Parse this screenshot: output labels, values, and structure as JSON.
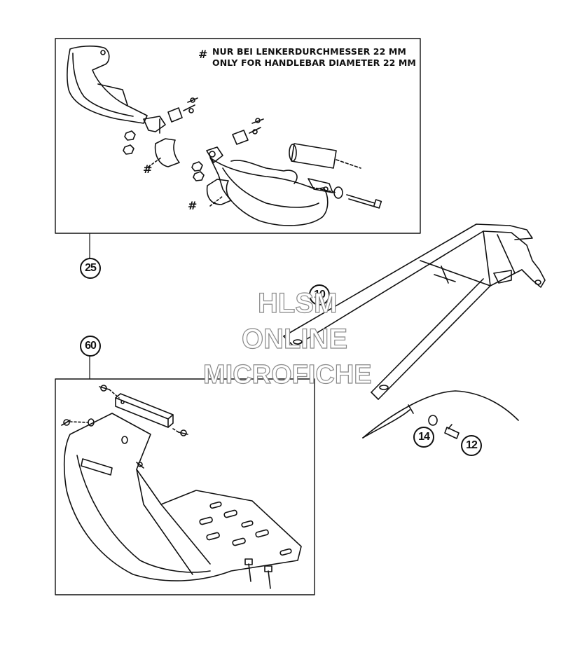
{
  "note": {
    "symbol": "#",
    "line_de": "NUR BEI LENKERDURCHMESSER 22 MM",
    "line_en": "ONLY FOR HANDLEBAR DIAMETER 22 MM"
  },
  "markers": {
    "hash": "#"
  },
  "callouts": {
    "handguard_kit": "25",
    "skid_plate_kit": "60",
    "rear_rack": "10",
    "washer": "14",
    "screw": "12"
  },
  "watermark": {
    "line1": "HLSM",
    "line2": "ONLINE",
    "line3": "MICROFICHE"
  },
  "colors": {
    "ink": "#111111",
    "watermark_outline": "#8a8a8a",
    "background": "#ffffff"
  }
}
